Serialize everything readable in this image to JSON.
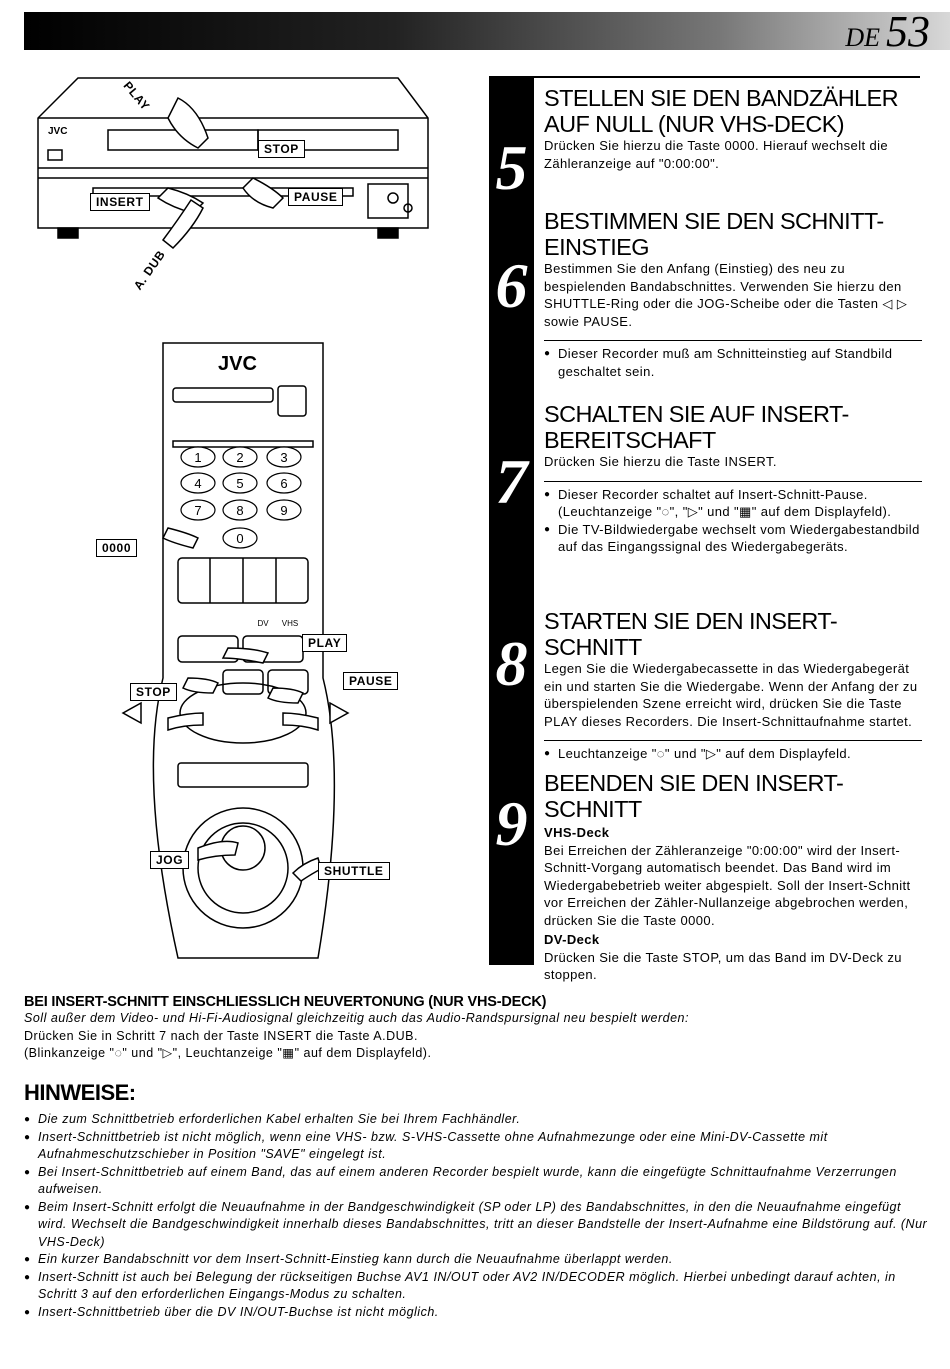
{
  "header": {
    "lang": "DE",
    "page_number": "53"
  },
  "illustration": {
    "vcr_brand": "JVC",
    "remote_brand": "JVC",
    "labels": {
      "play": "PLAY",
      "stop": "STOP",
      "insert": "INSERT",
      "pause": "PAUSE",
      "adub": "A. DUB",
      "zero": "0000",
      "rplay": "PLAY",
      "rstop": "STOP",
      "rpause": "PAUSE",
      "jog": "JOG",
      "shuttle": "SHUTTLE"
    },
    "keys": [
      "1",
      "2",
      "3",
      "4",
      "5",
      "6",
      "7",
      "8",
      "9",
      "0"
    ],
    "small": {
      "dv": "DV",
      "vhs": "VHS"
    }
  },
  "steps": [
    {
      "num": "5",
      "title": "STELLEN SIE DEN BANDZÄHLER AUF NULL (NUR VHS-DECK)",
      "text": "Drücken Sie hierzu die Taste 0000. Hierauf wechselt die Zähleranzeige auf \"0:00:00\"."
    },
    {
      "num": "6",
      "title": "BESTIMMEN SIE DEN SCHNITT-EINSTIEG",
      "text": "Bestimmen Sie den Anfang (Einstieg) des neu zu bespielenden Bandabschnittes. Verwenden Sie hierzu den SHUTTLE-Ring oder die JOG-Scheibe oder die Tasten ◁ ▷ sowie PAUSE.",
      "note": "Dieser Recorder muß am Schnitteinstieg auf Standbild geschaltet sein."
    },
    {
      "num": "7",
      "title": "SCHALTEN SIE AUF INSERT-BEREITSCHAFT",
      "text": "Drücken Sie hierzu die Taste INSERT.",
      "bullets": [
        "Dieser Recorder schaltet auf Insert-Schnitt-Pause. (Leuchtanzeige \"◌\", \"▷\" und \"▦\" auf dem Displayfeld).",
        "Die TV-Bildwiedergabe wechselt vom Wiedergabestandbild auf das Eingangssignal des Wiedergabegeräts."
      ]
    },
    {
      "num": "8",
      "title": "STARTEN SIE DEN INSERT-SCHNITT",
      "text": "Legen Sie die Wiedergabecassette in das Wiedergabegerät ein und starten Sie die Wiedergabe. Wenn der Anfang der zu überspielenden Szene erreicht wird, drücken Sie die Taste PLAY dieses Recorders. Die Insert-Schnittaufnahme startet.",
      "note": "Leuchtanzeige \"◌\" und \"▷\" auf dem Displayfeld."
    },
    {
      "num": "9",
      "title": "BEENDEN SIE DEN INSERT-SCHNITT",
      "sub1": "VHS-Deck",
      "text1": "Bei Erreichen der Zähleranzeige \"0:00:00\" wird der Insert-Schnitt-Vorgang automatisch beendet. Das Band wird im Wiedergabebetrieb weiter abgespielt. Soll der Insert-Schnitt vor Erreichen der Zähler-Nullanzeige abgebrochen werden, drücken Sie die Taste 0000.",
      "sub2": "DV-Deck",
      "text2": "Drücken Sie die Taste STOP, um das Band im DV-Deck zu stoppen."
    }
  ],
  "insert_section": {
    "heading": "BEI INSERT-SCHNITT EINSCHLIESSLICH NEUVERTONUNG (NUR VHS-DECK)",
    "italic_line": "Soll außer dem Video- und Hi-Fi-Audiosignal gleichzeitig auch das Audio-Randspursignal neu bespielt werden:",
    "line2": "Drücken Sie in Schritt 7 nach der Taste INSERT die Taste A.DUB.",
    "line3": "(Blinkanzeige \"◌\" und \"▷\", Leuchtanzeige \"▦\" auf dem Displayfeld)."
  },
  "hinweise": {
    "title": "HINWEISE:",
    "items": [
      "Die zum Schnittbetrieb erforderlichen Kabel erhalten Sie bei Ihrem Fachhändler.",
      "Insert-Schnittbetrieb ist nicht möglich, wenn eine VHS- bzw. S-VHS-Cassette ohne Aufnahmezunge oder eine Mini-DV-Cassette mit Aufnahmeschutzschieber in Position \"SAVE\" eingelegt ist.",
      "Bei Insert-Schnittbetrieb auf einem Band, das auf einem anderen Recorder bespielt wurde, kann die eingefügte Schnittaufnahme Verzerrungen aufweisen.",
      "Beim Insert-Schnitt erfolgt die Neuaufnahme in der Bandgeschwindigkeit (SP oder LP) des Bandabschnittes, in den die Neuaufnahme eingefügt wird. Wechselt die Bandgeschwindigkeit innerhalb dieses Bandabschnittes, tritt an dieser Bandstelle der Insert-Aufnahme eine Bildstörung auf. (Nur VHS-Deck)",
      "Ein kurzer Bandabschnitt vor dem Insert-Schnitt-Einstieg kann durch die Neuaufnahme überlappt werden.",
      "Insert-Schnitt ist auch bei Belegung der rückseitigen Buchse AV1 IN/OUT oder AV2 IN/DECODER möglich. Hierbei unbedingt darauf achten, in Schritt 3 auf den erforderlichen Eingangs-Modus zu schalten.",
      "Insert-Schnittbetrieb über die DV IN/OUT-Buchse ist nicht möglich."
    ]
  }
}
